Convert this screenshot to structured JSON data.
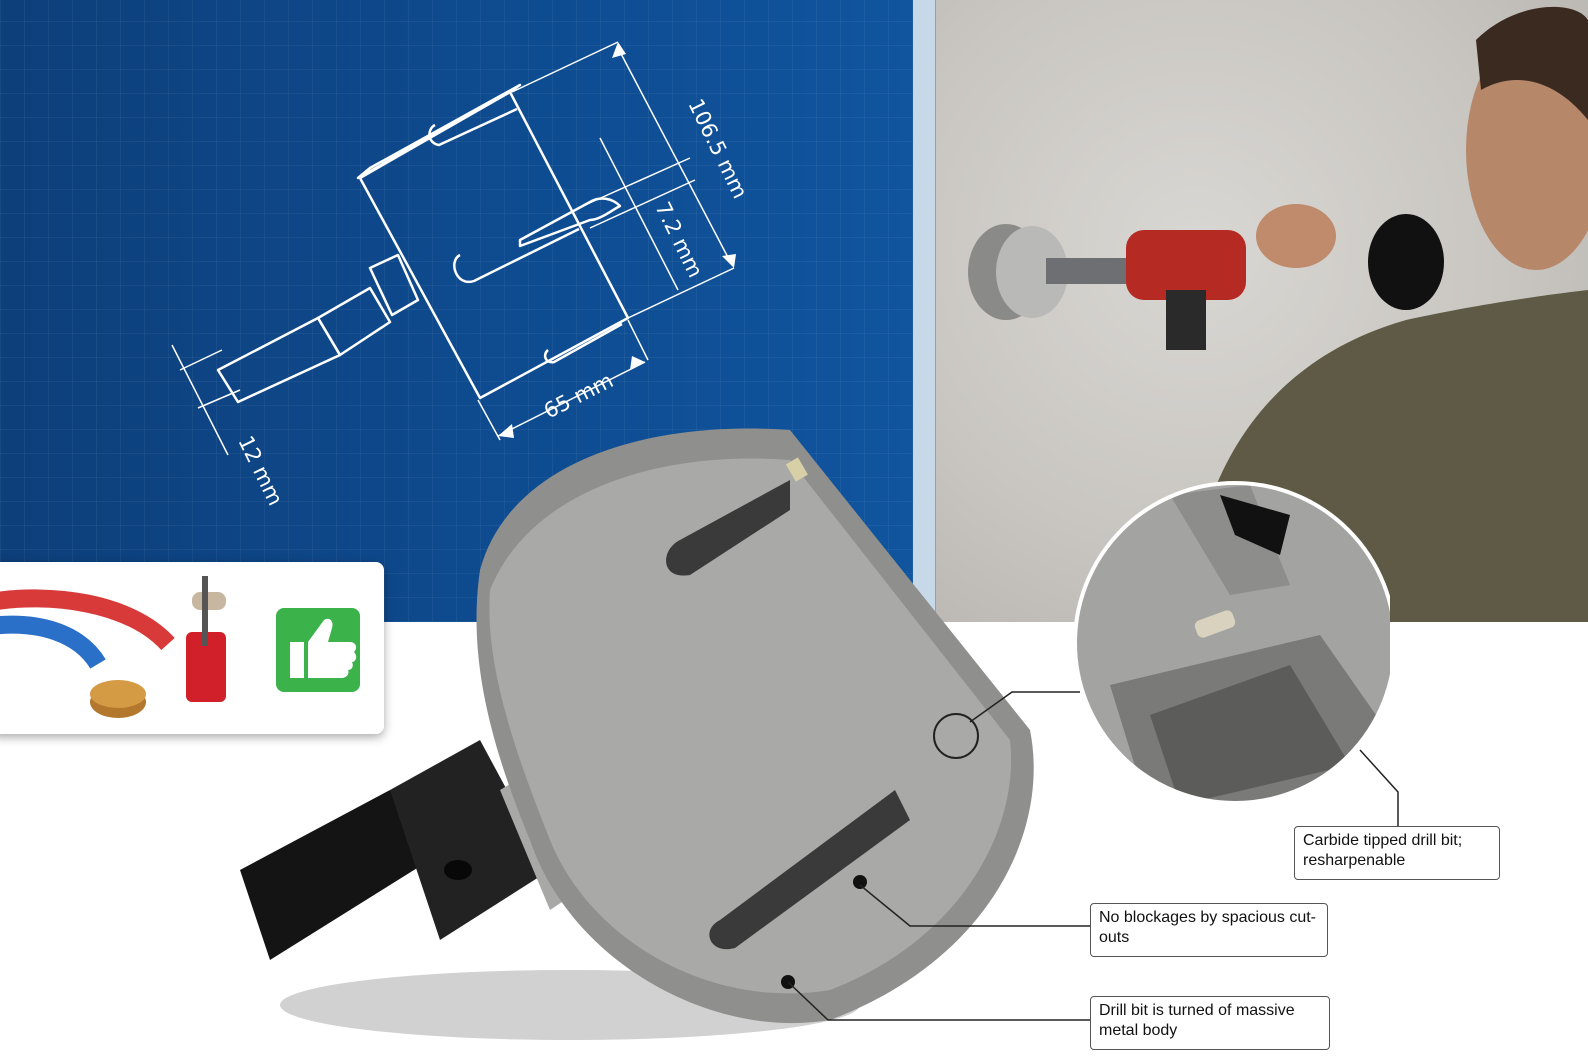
{
  "dimensions": {
    "length": "106.5 mm",
    "pilot": "7.2 mm",
    "depth": "65 mm",
    "shank": "12 mm"
  },
  "callouts": {
    "carbide": "Carbide tipped drill bit; resharpenable",
    "cutouts": "No blockages by spacious cut-outs",
    "body": "Drill bit is turned of massive metal body"
  },
  "icons": [
    "pipe-icon",
    "cork-icon",
    "fire-sprinkler-icon",
    "thumbs-up-icon"
  ],
  "colors": {
    "blueprint": "#0e4a8e",
    "thumbs_up": "#3cb24a",
    "panel_divider": "#c7d8e8"
  }
}
